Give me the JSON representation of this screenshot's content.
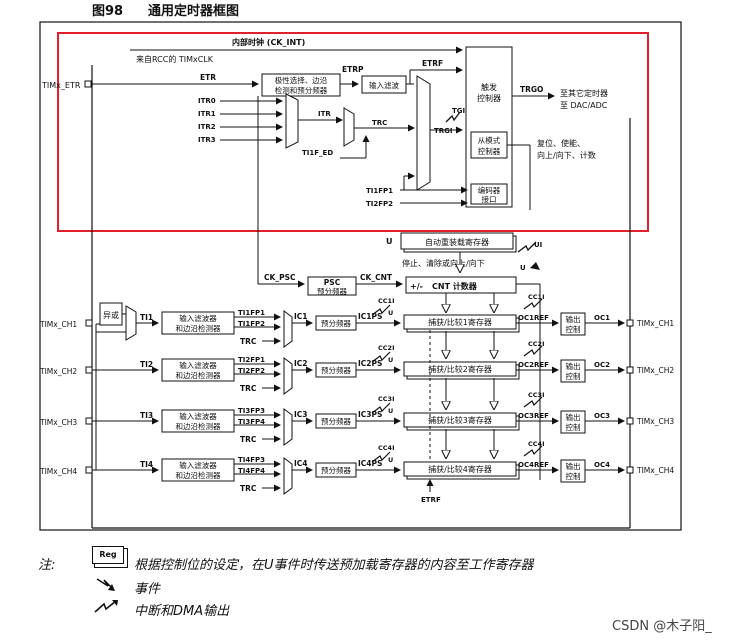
{
  "figure": {
    "number": "图98",
    "title": "通用定时器框图"
  },
  "labels": {
    "internal_clock": "内部时钟 (CK_INT)",
    "rcc_clock": "来自RCC的 TIMxCLK",
    "timx_etr": "TIMx_ETR",
    "etr": "ETR",
    "etrp": "ETRP",
    "etrf": "ETRF",
    "polarity_block_1": "极性选择、边沿",
    "polarity_block_2": "检测和预分频器",
    "input_filter": "输入滤波",
    "trigger_controller_1": "触发",
    "trigger_controller_2": "控制器",
    "trgo": "TRGO",
    "to_other_timers_1": "至其它定时器",
    "to_other_timers_2": "至 DAC/ADC",
    "itr0": "ITR0",
    "itr1": "ITR1",
    "itr2": "ITR2",
    "itr3": "ITR3",
    "itr": "ITR",
    "trc": "TRC",
    "ti1f_ed": "TI1F_ED",
    "tgi": "TGI",
    "trgi": "TRGI",
    "slave_controller_1": "从模式",
    "slave_controller_2": "控制器",
    "reset_enable_1": "复位、使能、",
    "reset_enable_2": "向上/向下、计数",
    "encoder_interface_1": "编码器",
    "encoder_interface_2": "接口",
    "ti1fp1": "TI1FP1",
    "ti2fp2": "TI2FP2",
    "auto_reload_register": "自动重装载寄存器",
    "u": "U",
    "ui": "UI",
    "stop_clear": "停止、清除或向上/向下",
    "ck_psc": "CK_PSC",
    "psc_1": "PSC",
    "psc_2": "预分频器",
    "ck_cnt": "CK_CNT",
    "cnt_prefix": "+/-",
    "cnt_label": "CNT 计数器",
    "xor": "异或",
    "input_filter_edge_1": "输入滤波器",
    "input_filter_edge_2": "和边沿检测器",
    "prescaler": "预分频器",
    "output_control_1": "输出",
    "output_control_2": "控制",
    "etrf_bottom": "ETRF"
  },
  "channels": [
    {
      "pin_in": "TIMx_CH1",
      "ti": "TI1",
      "fp_a": "TI1FP1",
      "fp_b": "TI1FP2",
      "trc": "TRC",
      "ic": "IC1",
      "icps": "IC1PS",
      "cci": "CC1I",
      "capture": "捕获/比较1寄存器",
      "ref": "OC1REF",
      "oc": "OC1",
      "pin_out": "TIMx_CH1"
    },
    {
      "pin_in": "TIMx_CH2",
      "ti": "TI2",
      "fp_a": "TI2FP1",
      "fp_b": "TI2FP2",
      "trc": "TRC",
      "ic": "IC2",
      "icps": "IC2PS",
      "cci": "CC2I",
      "capture": "捕获/比较2寄存器",
      "ref": "OC2REF",
      "oc": "OC2",
      "pin_out": "TIMx_CH2"
    },
    {
      "pin_in": "TIMx_CH3",
      "ti": "TI3",
      "fp_a": "TI3FP3",
      "fp_b": "TI3FP4",
      "trc": "TRC",
      "ic": "IC3",
      "icps": "IC3PS",
      "cci": "CC3I",
      "capture": "捕获/比较3寄存器",
      "ref": "OC3REF",
      "oc": "OC3",
      "pin_out": "TIMx_CH3"
    },
    {
      "pin_in": "TIMx_CH4",
      "ti": "TI4",
      "fp_a": "TI4FP3",
      "fp_b": "TI4FP4",
      "trc": "TRC",
      "ic": "IC4",
      "icps": "IC4PS",
      "cci": "CC4I",
      "capture": "捕获/比较4寄存器",
      "ref": "OC4REF",
      "oc": "OC4",
      "pin_out": "TIMx_CH4"
    }
  ],
  "notes": {
    "prefix": "注:",
    "reg_label": "Reg",
    "reg_text": "根据控制位的设定，在U事件时传送预加载寄存器的内容至工作寄存器",
    "event_text": "事件",
    "irq_text": "中断和DMA输出"
  },
  "watermark": "CSDN @木子阳_",
  "colors": {
    "highlight": "#e0202a",
    "line": "#111111"
  }
}
